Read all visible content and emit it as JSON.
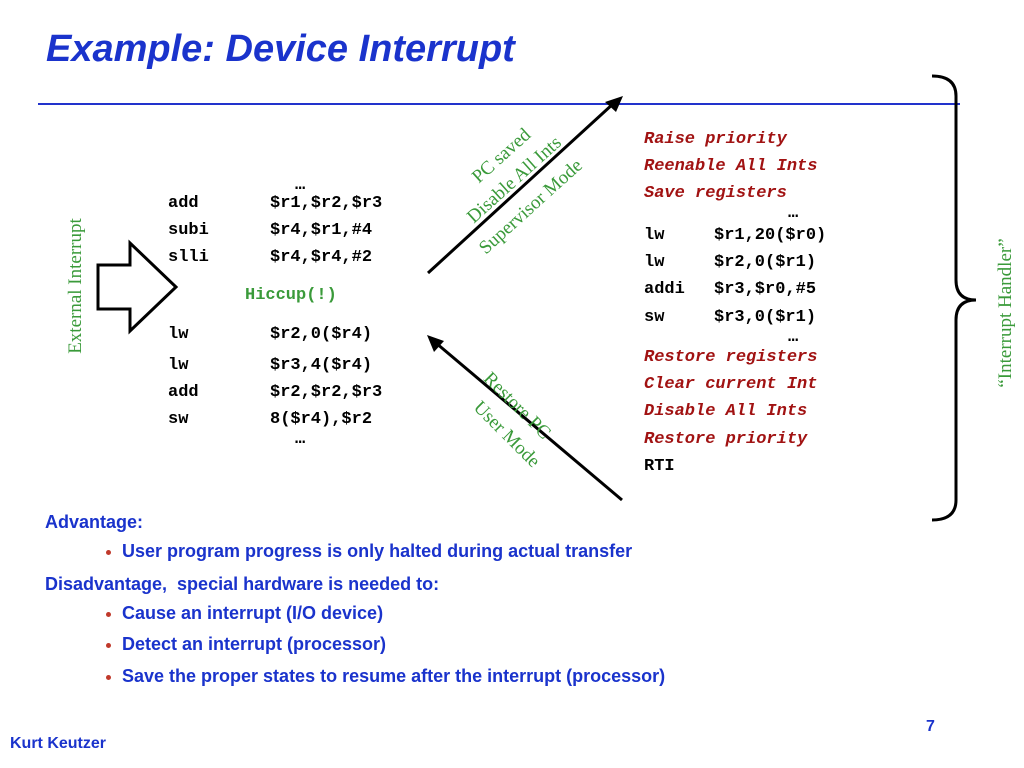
{
  "title": "Example: Device Interrupt",
  "left_code": {
    "ellipsis_top": "…",
    "lines1": [
      {
        "op": "add",
        "args": "$r1,$r2,$r3"
      },
      {
        "op": "subi",
        "args": "$r4,$r1,#4"
      },
      {
        "op": "slli",
        "args": "$r4,$r4,#2"
      }
    ],
    "hiccup": "Hiccup(!)",
    "lines2": [
      {
        "op": "lw",
        "args": "$r2,0($r4)"
      },
      {
        "op": "lw",
        "args": "$r3,4($r4)"
      },
      {
        "op": "add",
        "args": "$r2,$r2,$r3"
      },
      {
        "op": "sw",
        "args": "8($r4),$r2"
      }
    ],
    "ellipsis_bottom": "…"
  },
  "labels": {
    "external_interrupt": "External Interrupt",
    "interrupt_handler": "“Interrupt Handler”",
    "up_arrow": [
      "PC saved",
      "Disable All Ints",
      "Supervisor Mode"
    ],
    "down_arrow": [
      "Restore PC",
      "User Mode"
    ]
  },
  "handler": {
    "red_top": [
      "Raise priority",
      "Reenable All Ints",
      "Save registers"
    ],
    "ellipsis_top": "…",
    "code": [
      {
        "op": "lw",
        "args": "$r1,20($r0)"
      },
      {
        "op": "lw",
        "args": "$r2,0($r1)"
      },
      {
        "op": "addi",
        "args": "$r3,$r0,#5"
      },
      {
        "op": "sw",
        "args": "$r3,0($r1)"
      }
    ],
    "ellipsis_bottom": "…",
    "red_bottom": [
      "Restore registers",
      "Clear current Int",
      "Disable All Ints",
      "Restore priority"
    ],
    "rti": "RTI"
  },
  "notes": {
    "advantage": "Advantage:",
    "advantage_items": [
      "User program progress is only halted during actual transfer"
    ],
    "disadvantage": "Disadvantage,  special hardware is needed to:",
    "disadvantage_items": [
      "Cause an interrupt (I/O device)",
      "Detect an interrupt (processor)",
      "Save the proper states to resume after the interrupt (processor)"
    ]
  },
  "footer": {
    "author": "Kurt Keutzer",
    "page": "7"
  },
  "colors": {
    "title": "#1a33cc",
    "green": "#3a9a3a",
    "red": "#a11212",
    "bullet": "#c0392b"
  }
}
